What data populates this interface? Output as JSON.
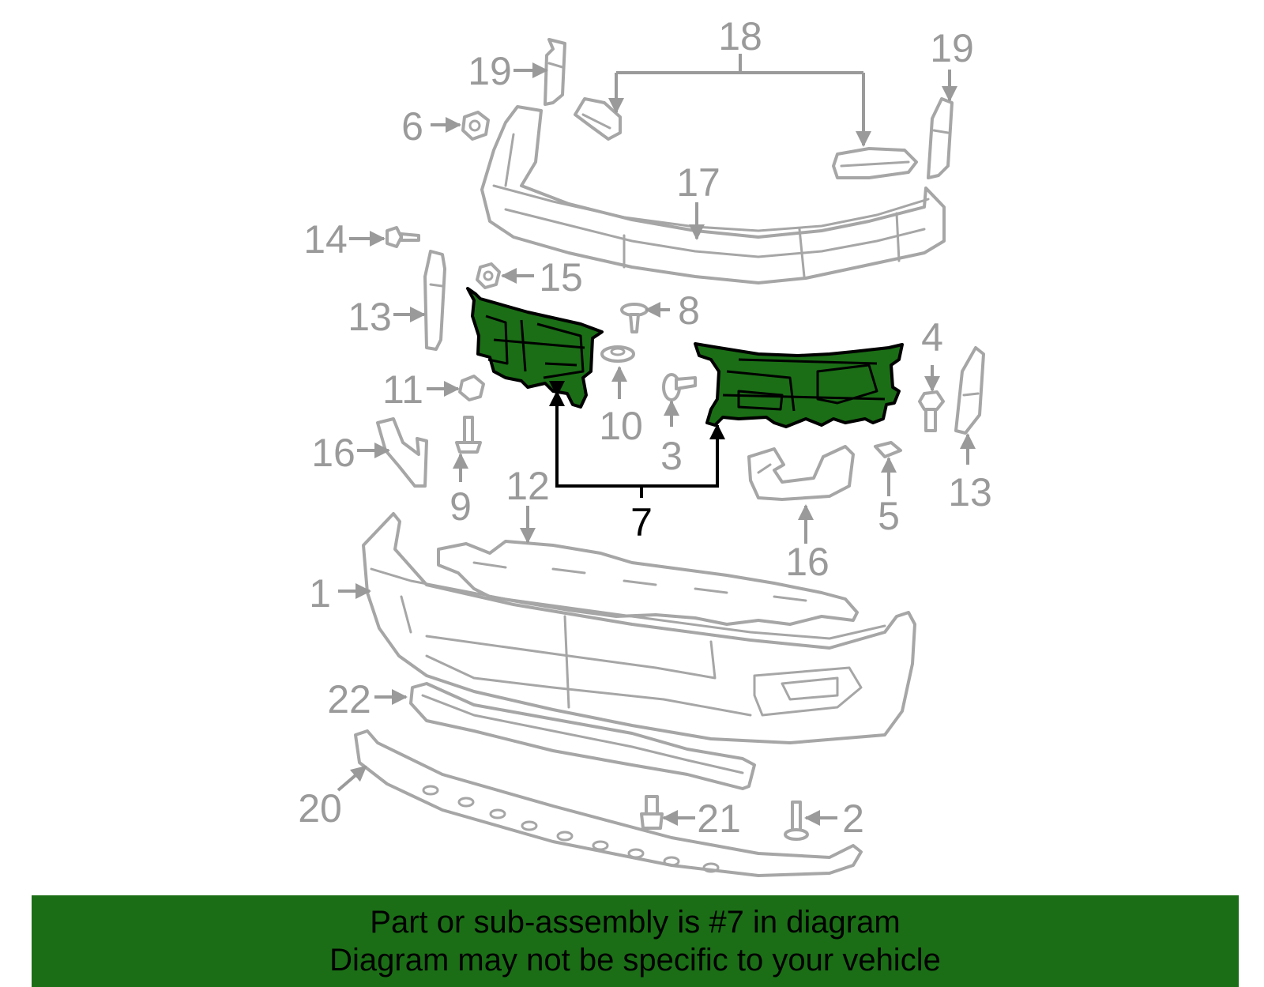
{
  "callouts": {
    "c1": "1",
    "c2": "2",
    "c3": "3",
    "c4": "4",
    "c5": "5",
    "c6": "6",
    "c7": "7",
    "c8": "8",
    "c9": "9",
    "c10": "10",
    "c11": "11",
    "c12": "12",
    "c13": "13",
    "c14": "14",
    "c15": "15",
    "c16": "16",
    "c17": "17",
    "c18": "18",
    "c19": "19",
    "c20": "20",
    "c21": "21",
    "c22": "22"
  },
  "highlighted_callout": "7",
  "colors": {
    "highlight": "#1b6e16",
    "line": "#a6a6a6",
    "label": "#9a9a9a",
    "banner": "#1b6e16"
  },
  "banner": {
    "line1": "Part or sub-assembly is #7 in diagram",
    "line2": "Diagram may not be specific to your vehicle"
  }
}
